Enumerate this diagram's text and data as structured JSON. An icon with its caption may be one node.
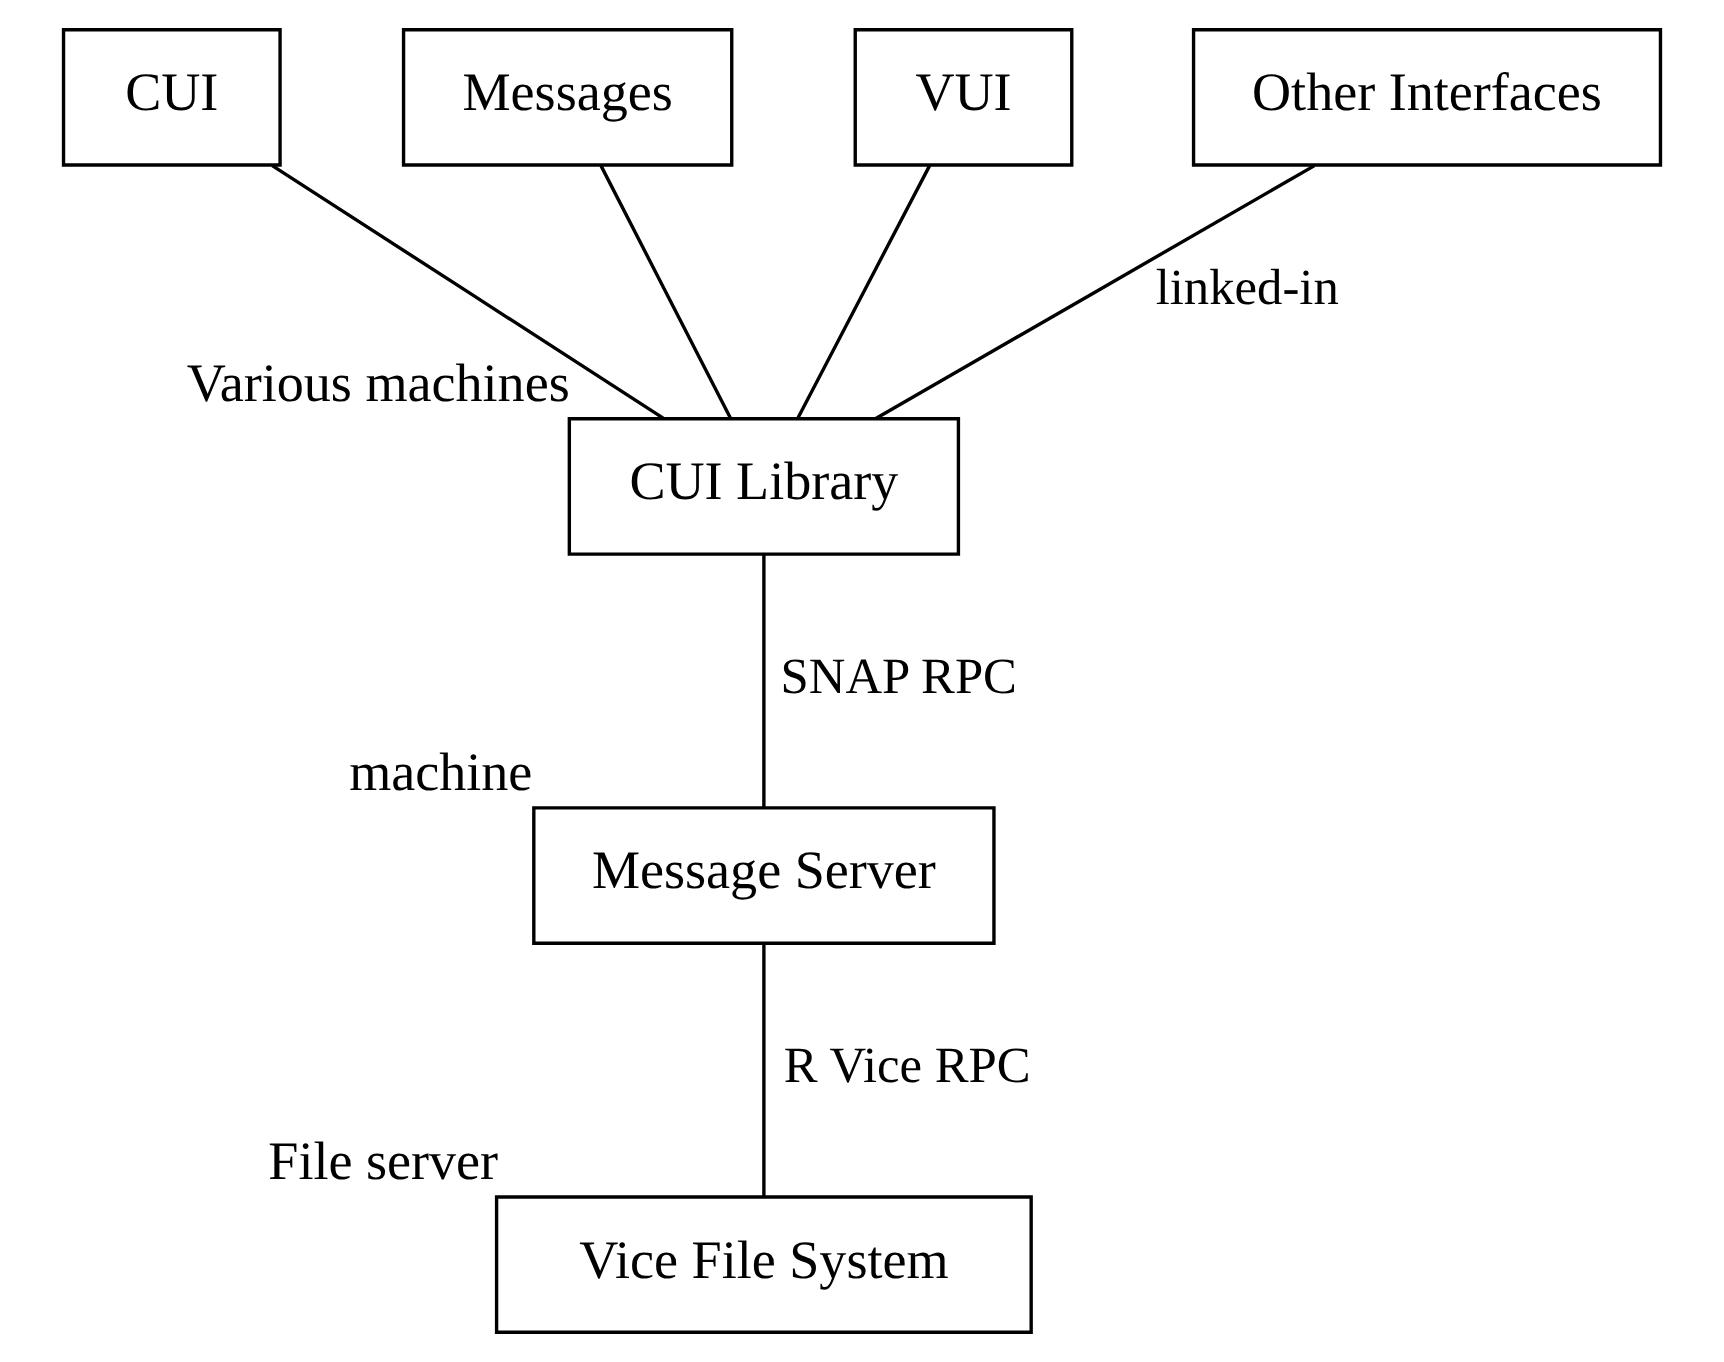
{
  "diagram": {
    "nodes": [
      {
        "text": [
          "CUI"
        ]
      },
      {
        "text": [
          "Messages"
        ]
      },
      {
        "text": [
          "VUI"
        ]
      },
      {
        "text": [
          "Other Interfaces"
        ]
      },
      {
        "text": [
          "CUI Library"
        ],
        "beside": [
          "Various machines"
        ]
      },
      {
        "text": [
          "Message Server"
        ],
        "beside": [
          "machine"
        ]
      },
      {
        "text": [
          "Vice File System"
        ],
        "beside": [
          "File server"
        ]
      }
    ],
    "edges": [
      {
        "from": 0,
        "to": 4,
        "arrow": "none"
      },
      {
        "from": 1,
        "to": 4,
        "arrow": "none"
      },
      {
        "from": 2,
        "to": 4,
        "arrow": "none"
      },
      {
        "from": 3,
        "to": 4,
        "arrow": "none",
        "label": "linked-in"
      },
      {
        "from": 4,
        "to": 5,
        "arrow": "none",
        "label": "SNAP RPC"
      },
      {
        "from": 5,
        "to": 6,
        "arrow": "none",
        "label": "R Vice RPC"
      }
    ]
  }
}
